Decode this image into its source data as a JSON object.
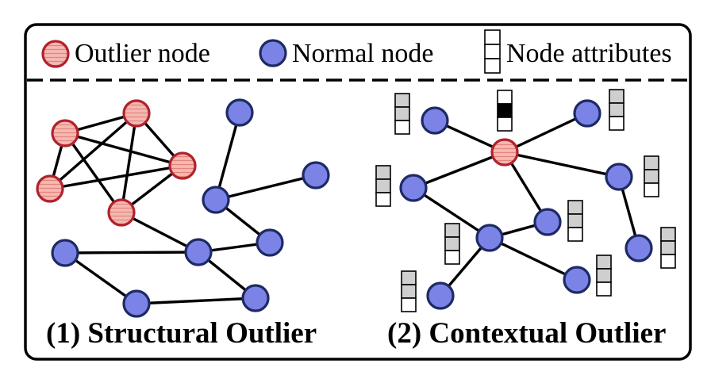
{
  "legend": {
    "outlier_label": "Outlier node",
    "normal_label": "Normal node",
    "attributes_label": "Node attributes"
  },
  "captions": {
    "structural": "(1) Structural Outlier",
    "contextual": "(2) Contextual Outlier"
  },
  "colors": {
    "normal_fill": "#7b84e6",
    "normal_stroke": "#1e2a63",
    "outlier_fill": "#f4b3ad",
    "outlier_stroke": "#b0222d",
    "attr_gray": "#cfcfcf",
    "attr_black": "#000000",
    "attr_white": "#ffffff"
  },
  "attribute_values": {
    "normal_node_cells": [
      "gray",
      "gray",
      "white"
    ],
    "outlier_node_cells": [
      "white",
      "black",
      "white"
    ]
  }
}
